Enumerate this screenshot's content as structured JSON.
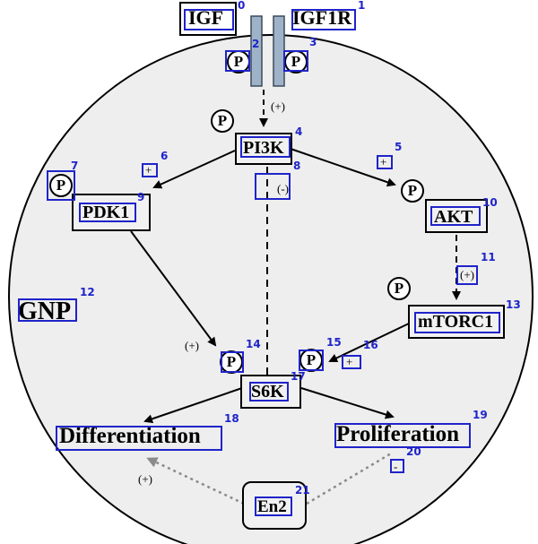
{
  "nodes": {
    "igf": "IGF",
    "igf1r": "IGF1R",
    "pi3k": "PI3K",
    "pdk1": "PDK1",
    "akt": "AKT",
    "mtorc1": "mTORC1",
    "s6k": "S6K",
    "gnp": "GNP",
    "differentiation": "Differentiation",
    "proliferation": "Proliferation",
    "en2": "En2"
  },
  "phospho": "P",
  "signs": {
    "activate": "(+)",
    "inhibit": "(-)",
    "plus": "+",
    "minus": "-"
  },
  "annotation_indices": [
    "0",
    "1",
    "2",
    "3",
    "4",
    "5",
    "6",
    "7",
    "8",
    "9",
    "10",
    "11",
    "12",
    "13",
    "14",
    "15",
    "16",
    "17",
    "18",
    "19",
    "20",
    "21"
  ],
  "colors": {
    "annotation": "#1f24c9",
    "cell_fill": "#eeeeee",
    "receptor": "#9fb3c8",
    "dotted_arrow": "#8a8a8a"
  }
}
